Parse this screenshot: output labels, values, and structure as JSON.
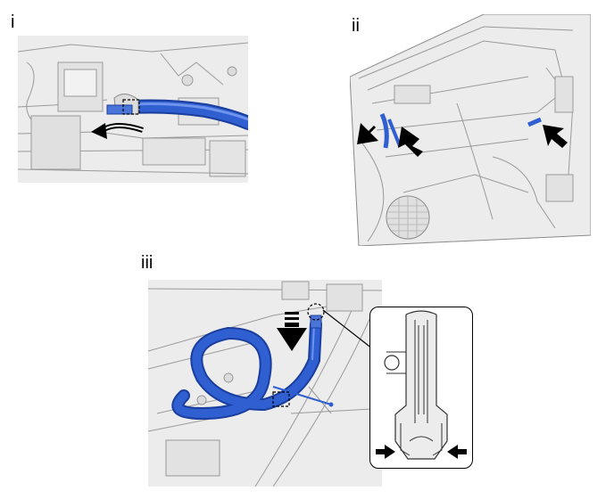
{
  "steps": [
    {
      "label": "i"
    },
    {
      "label": "ii"
    },
    {
      "label": "iii"
    }
  ],
  "colors": {
    "cable": "#2f5fd0",
    "cable_dark": "#1a3e9e",
    "cable_light": "#6f94ee",
    "panel_bg": "#ebebeb",
    "line": "#8a8a8a",
    "arrow": "#000000"
  },
  "icons": [
    "rotate-arrow-icon",
    "push-arrow-icon",
    "down-arrow-icon",
    "squeeze-arrow-icon"
  ]
}
